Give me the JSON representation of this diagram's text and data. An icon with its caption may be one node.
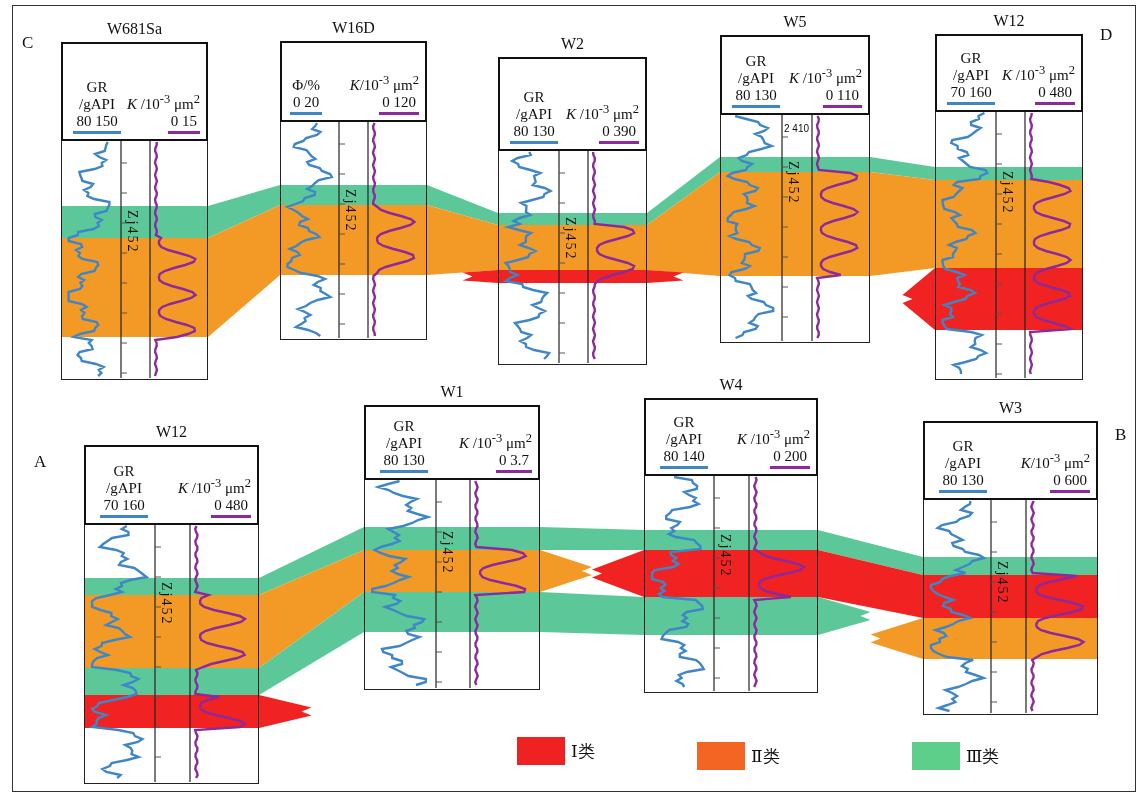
{
  "diagram": {
    "nodes": [
      {
        "text": [
          "W681Sa",
          "GR /gAPI",
          "80 150",
          "*K* /10$^{-3}$ μm$^{2}$",
          "0 15",
          "Zj452"
        ]
      },
      {
        "text": [
          "W16D",
          "Φ/%",
          "0 20",
          "*K*/10$^{-3}$ μm$^{2}$",
          "0 120",
          "Zj452"
        ]
      },
      {
        "text": [
          "W2",
          "GR /gAPI",
          "80 130",
          "*K* /10$^{-3}$ μm$^{2}$",
          "0 390",
          "Zj452"
        ]
      },
      {
        "text": [
          "W5",
          "GR /gAPI",
          "80 130",
          "*K* /10$^{-3}$ μm$^{2}$",
          "0 110",
          "Zj452",
          "2 410"
        ]
      },
      {
        "text": [
          "W12",
          "GR /gAPI",
          "70 160",
          "*K* /10$^{-3}$ μm$^{2}$",
          "0 480",
          "Zj452"
        ]
      },
      {
        "text": [
          "W12",
          "GR /gAPI",
          "70 160",
          "*K* /10$^{-3}$ μm$^{2}$",
          "0 480",
          "Zj452"
        ]
      },
      {
        "text": [
          "W1",
          "GR /gAPI",
          "80 130",
          "*K* /10$^{-3}$ μm$^{2}$",
          "0 3.7",
          "Zj452"
        ]
      },
      {
        "text": [
          "W4",
          "GR /gAPI",
          "80 140",
          "*K* /10$^{-3}$ μm$^{2}$",
          "0 200",
          "Zj452"
        ]
      },
      {
        "text": [
          "W3",
          "GR /gAPI",
          "80 130",
          "*K*/10$^{-3}$ μm$^{2}$",
          "0 600",
          "Zj452"
        ]
      }
    ],
    "labels": [
      "C",
      "D",
      "A",
      "B"
    ],
    "legend": [
      {
        "text": "Ⅰ类",
        "color": "#ee2222"
      },
      {
        "text": "Ⅱ类",
        "color": "#f26522"
      },
      {
        "text": "Ⅲ类",
        "color": "#5ecf8a"
      }
    ]
  }
}
